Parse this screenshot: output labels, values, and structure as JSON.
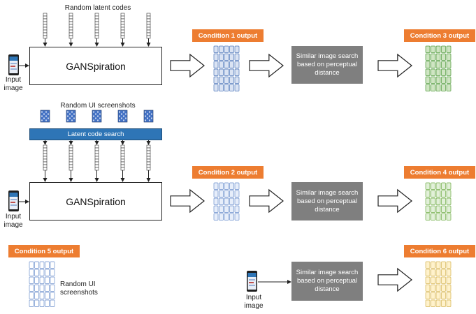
{
  "section1": {
    "top_label": "Random latent codes",
    "gan_label": "GANSpiration",
    "input_label": "Input\nimage",
    "condition1": "Condition 1 output",
    "search_label": "Similar image search based on perceptual distance",
    "condition3": "Condition 3 output"
  },
  "section2": {
    "top_label": "Random UI screenshots",
    "latent_search_label": "Latent code search",
    "gan_label": "GANSpiration",
    "input_label": "Input\nimage",
    "condition2": "Condition 2 output",
    "search_label": "Similar image search based on perceptual distance",
    "condition4": "Condition 4 output"
  },
  "section3": {
    "condition5": "Condition 5 output",
    "random_label": "Random UI\nscreenshots",
    "input_label": "Input\nimage",
    "search_label": "Similar image search based on perceptual distance",
    "condition6": "Condition 6 output"
  },
  "colors": {
    "orange": "#ed7d31",
    "gray": "#7f7f7f",
    "blue": "#2e75b6",
    "grid_blue": "#dae3f3",
    "grid_green": "#e2f0d9",
    "grid_yellow": "#fff2cc"
  }
}
